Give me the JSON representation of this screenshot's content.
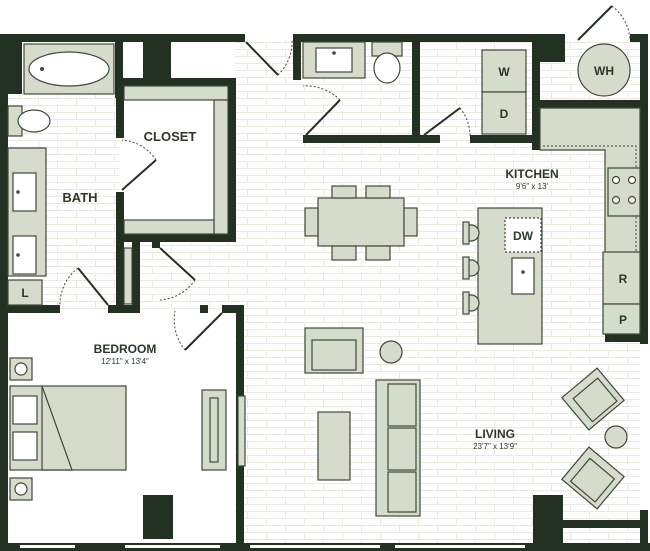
{
  "plan": {
    "rooms": [
      {
        "key": "closet",
        "name": "CLOSET",
        "dims": ""
      },
      {
        "key": "bath",
        "name": "BATH",
        "dims": ""
      },
      {
        "key": "kitchen",
        "name": "KITCHEN",
        "dims": "9'6\" x 13'"
      },
      {
        "key": "bedroom",
        "name": "BEDROOM",
        "dims": "12'11\" x 13'4\""
      },
      {
        "key": "living",
        "name": "LIVING",
        "dims": "23'7\" x 13'9\""
      }
    ],
    "appliances": {
      "water_heater": "WH",
      "washer": "W",
      "dryer": "D",
      "dishwasher": "DW",
      "refrigerator": "R",
      "pantry": "P",
      "linen": "L"
    },
    "colors": {
      "wall": "#233123",
      "fixture": "#d6dccb",
      "floor_lines": "#ece9e1"
    }
  }
}
